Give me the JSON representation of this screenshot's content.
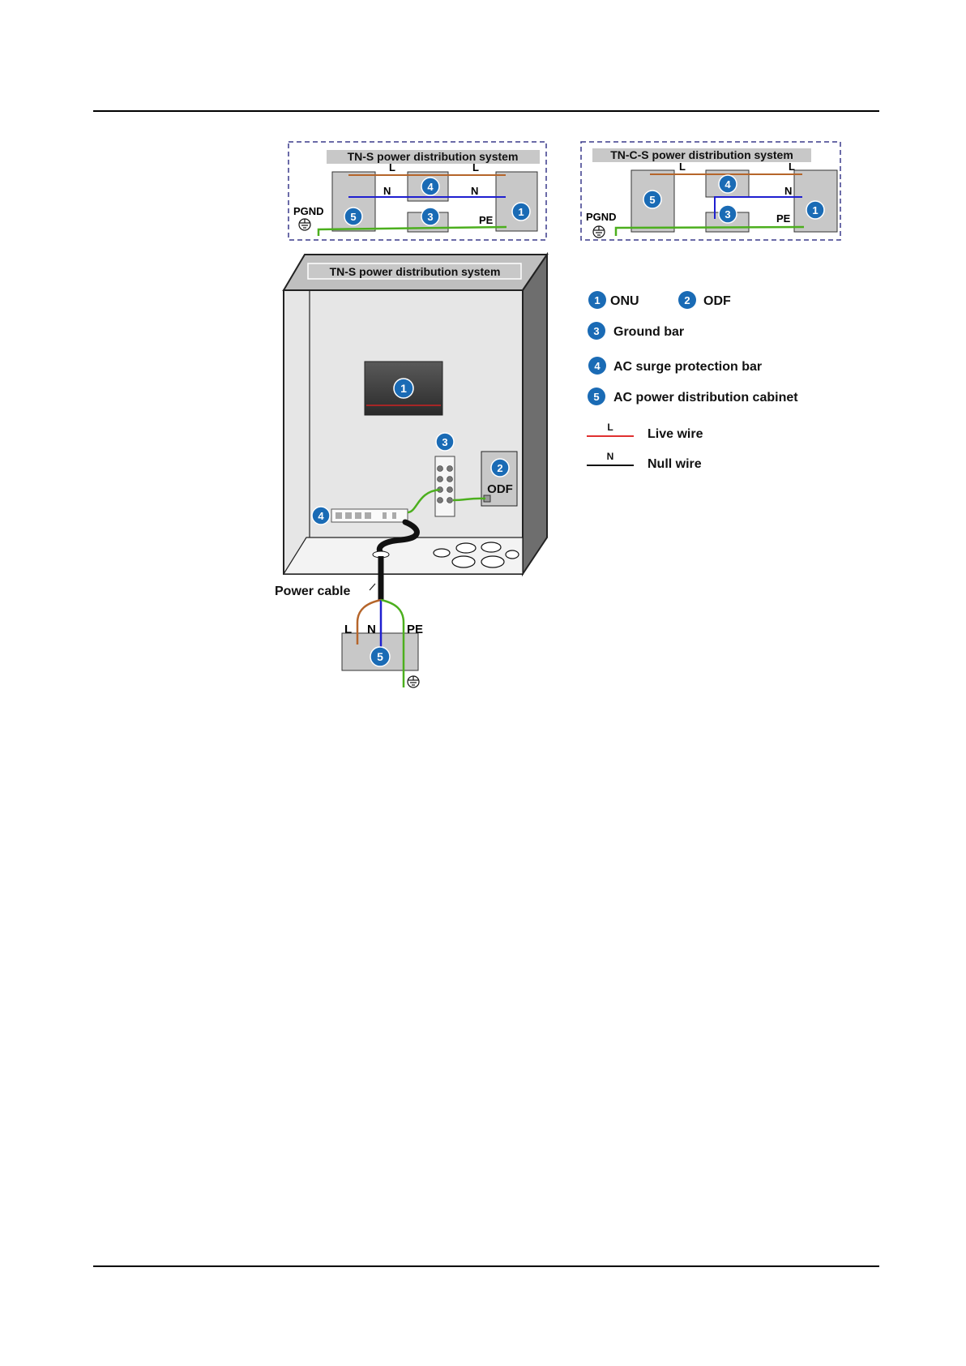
{
  "diagram": {
    "tns_box": {
      "title": "TN-S power distribution system",
      "label_L1": "L",
      "label_L2": "L",
      "label_N1": "N",
      "label_N2": "N",
      "label_PE": "PE",
      "label_PGND": "PGND"
    },
    "tncs_box": {
      "title": "TN-C-S power distribution system",
      "label_L1": "L",
      "label_L2": "L",
      "label_N": "N",
      "label_PE": "PE",
      "label_PGND": "PGND"
    },
    "cabinet": {
      "title": "TN-S power distribution system",
      "odf_label": "ODF",
      "power_cable": "Power cable",
      "label_L": "L",
      "label_N": "N",
      "label_PE": "PE"
    },
    "markers": {
      "onu": "1",
      "odf": "2",
      "ground_bar": "3",
      "ac_surge": "4",
      "ac_cabinet": "5"
    },
    "legend": {
      "onu": "ONU",
      "odf": "ODF",
      "ground_bar": "Ground bar",
      "ac_surge": "AC surge protection bar",
      "ac_cabinet": "AC power distribution cabinet",
      "live_symbol": "L",
      "live_text": "Live wire",
      "null_symbol": "N",
      "null_text": "Null wire"
    },
    "colors": {
      "live": "#b5652a",
      "null": "#1f1fd0",
      "pe": "#4caf1e",
      "marker": "#1a6bb5",
      "box_gray": "#c8c8c8",
      "dash_border": "#3a3a8c"
    }
  }
}
